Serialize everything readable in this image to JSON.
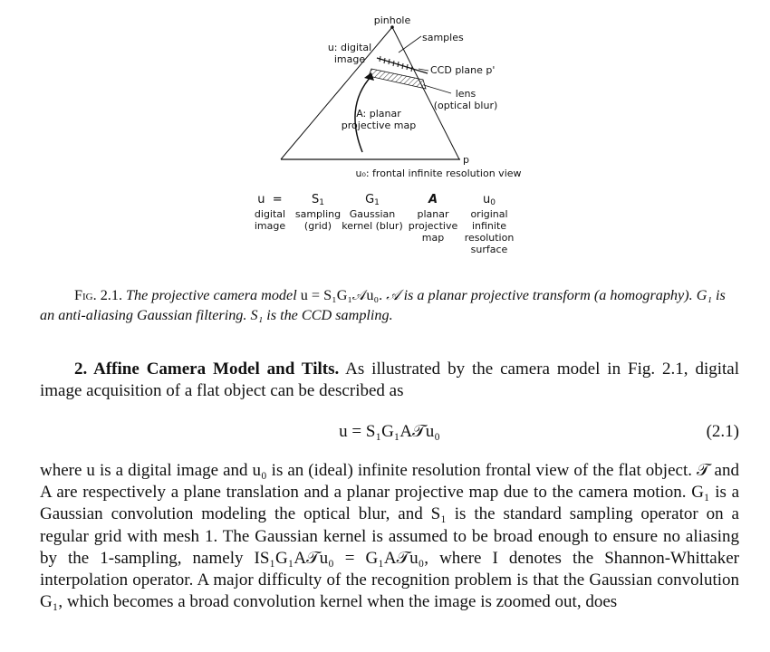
{
  "figure": {
    "labels": {
      "pinhole": "pinhole",
      "samples": "samples",
      "u_digital": "u: digital",
      "image": "image",
      "ccd_plane": "CCD plane p'",
      "lens": "lens",
      "optical_blur": "(optical blur)",
      "a_planar": "A: planar",
      "projective_map": "projective map",
      "p": "p",
      "u0_view": "u₀: frontal infinite resolution view"
    },
    "equation_row": {
      "u": "u",
      "eq": "=",
      "s1": "S",
      "s1_sub": "1",
      "g1": "G",
      "g1_sub": "1",
      "a": "A",
      "u0": "u",
      "u0_sub": "0",
      "desc_u": [
        "digital",
        "image"
      ],
      "desc_s1": [
        "sampling",
        "(grid)"
      ],
      "desc_g1": [
        "Gaussian",
        "kernel (blur)"
      ],
      "desc_a": [
        "planar",
        "projective",
        "map"
      ],
      "desc_u0": [
        "original",
        "infinite",
        "resolution",
        "surface"
      ]
    }
  },
  "caption": {
    "label": "Fig. 2.1.",
    "text_a": " The projective camera model ",
    "formula": "u = S₁G₁𝒜u₀.",
    "text_b": " 𝒜 is a planar projective transform (a homography). G₁ is an anti-aliasing Gaussian filtering. S₁ is the CCD sampling."
  },
  "section": {
    "heading": "2. Affine Camera Model and Tilts.",
    "intro": " As illustrated by the camera model in Fig. 2.1, digital image acquisition of a flat object can be described as"
  },
  "equation": {
    "expr": "u = S₁G₁A𝒯u₀",
    "number": "(2.1)"
  },
  "paragraph": "where u is a digital image and u₀ is an (ideal) infinite resolution frontal view of the flat object. 𝒯 and A are respectively a plane translation and a planar projective map due to the camera motion. G₁ is a Gaussian convolution modeling the optical blur, and S₁ is the standard sampling operator on a regular grid with mesh 1. The Gaussian kernel is assumed to be broad enough to ensure no aliasing by the 1-sampling, namely IS₁G₁A𝒯u₀ = G₁A𝒯u₀, where I denotes the Shannon-Whittaker interpolation operator. A major difficulty of the recognition problem is that the Gaussian convolution G₁, which becomes a broad convolution kernel when the image is zoomed out, does"
}
